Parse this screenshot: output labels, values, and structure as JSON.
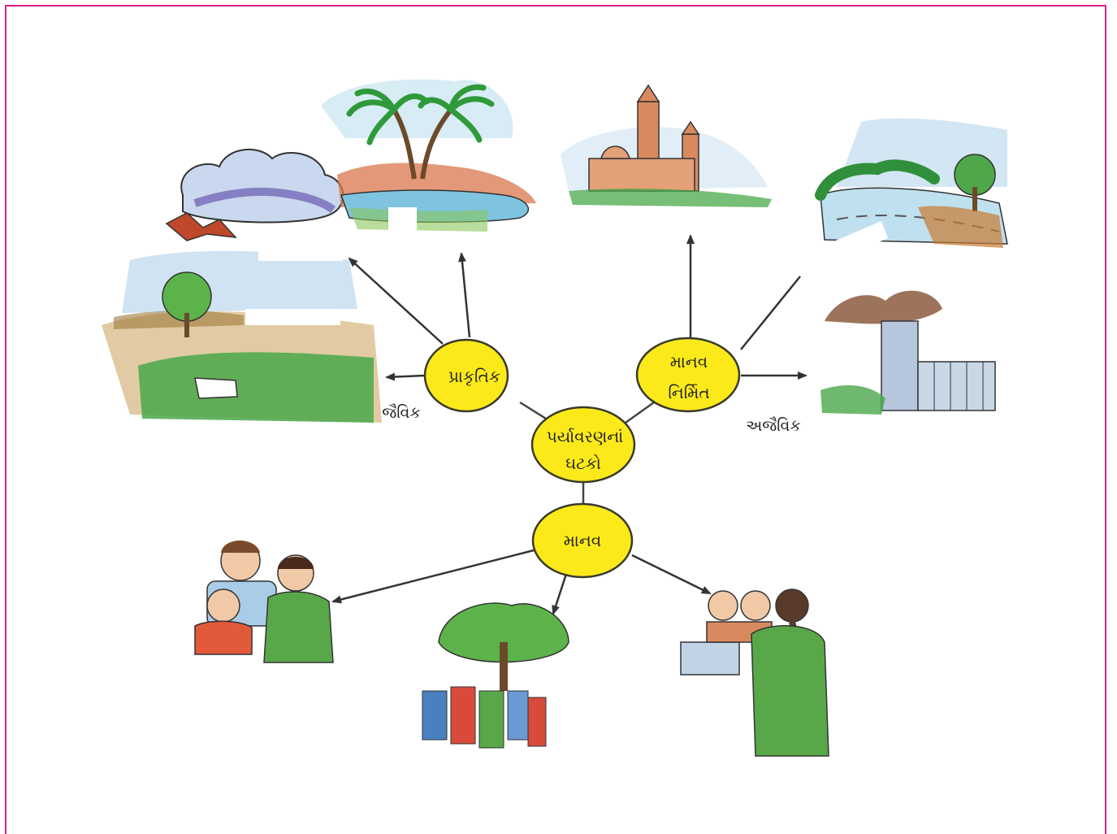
{
  "nodes": {
    "center": {
      "line1": "પર્યાવરણનાં",
      "line2": "ઘટકો"
    },
    "natural": {
      "label": "પ્રાકૃતિક"
    },
    "manmade": {
      "line1": "માનવ",
      "line2": "નિર્મિત"
    },
    "human": {
      "label": "માનવ"
    }
  },
  "labels": {
    "biotic": "જૈવિક",
    "abiotic": "અજૈવિક"
  },
  "colors": {
    "node_fill": "#fbe91a",
    "node_stroke": "#3a3a2a",
    "border": "#e0218a",
    "arrow": "#333333"
  }
}
